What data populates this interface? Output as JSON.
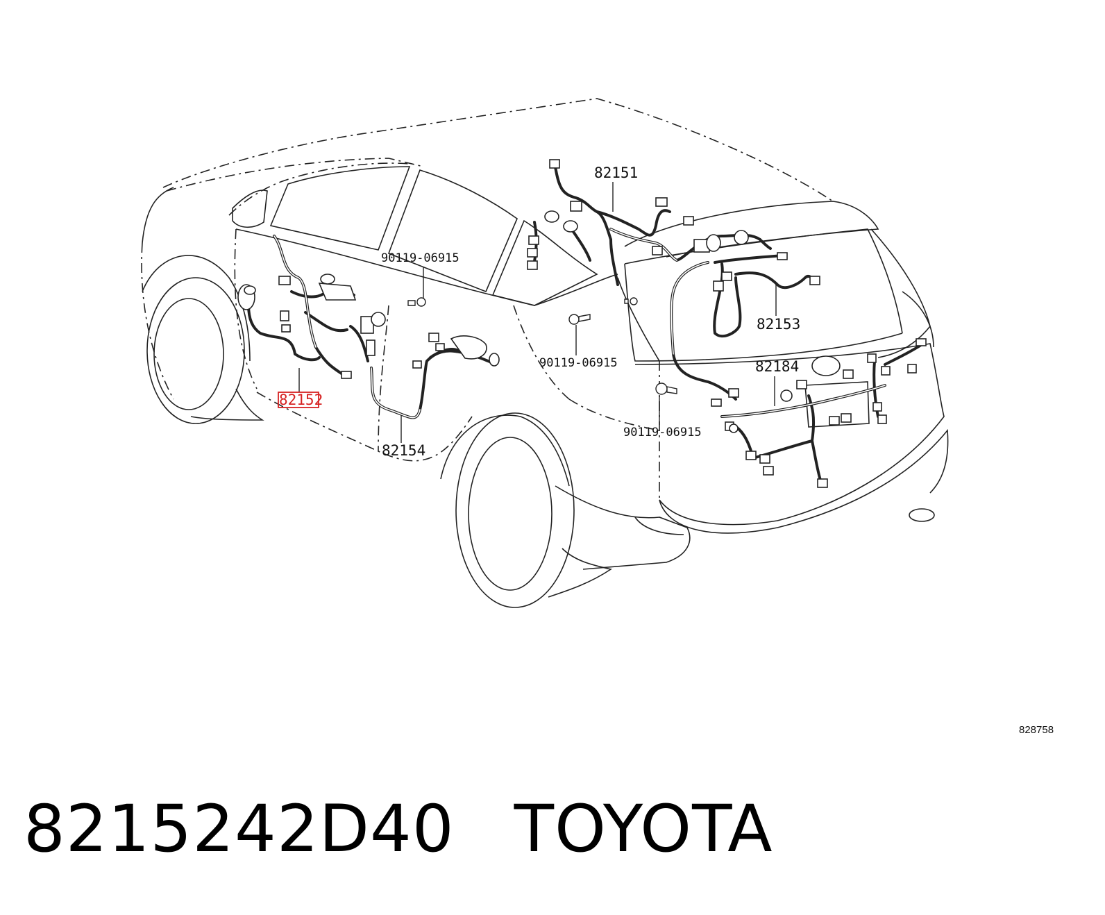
{
  "diagram": {
    "callouts": {
      "harness_roof": "82151",
      "harness_front_door": "82152",
      "harness_back_door": "82153",
      "harness_rear_door": "82154",
      "harness_rear_bumper": "82184",
      "bolt_a": "90119-06915",
      "bolt_b": "90119-06915",
      "bolt_c": "90119-06915"
    },
    "highlighted_part": "82152",
    "reference_code": "828758"
  },
  "caption": {
    "part_number": "8215242D40",
    "brand": "TOYOTA"
  },
  "colors": {
    "highlight": "#d62222",
    "line": "#222222"
  }
}
